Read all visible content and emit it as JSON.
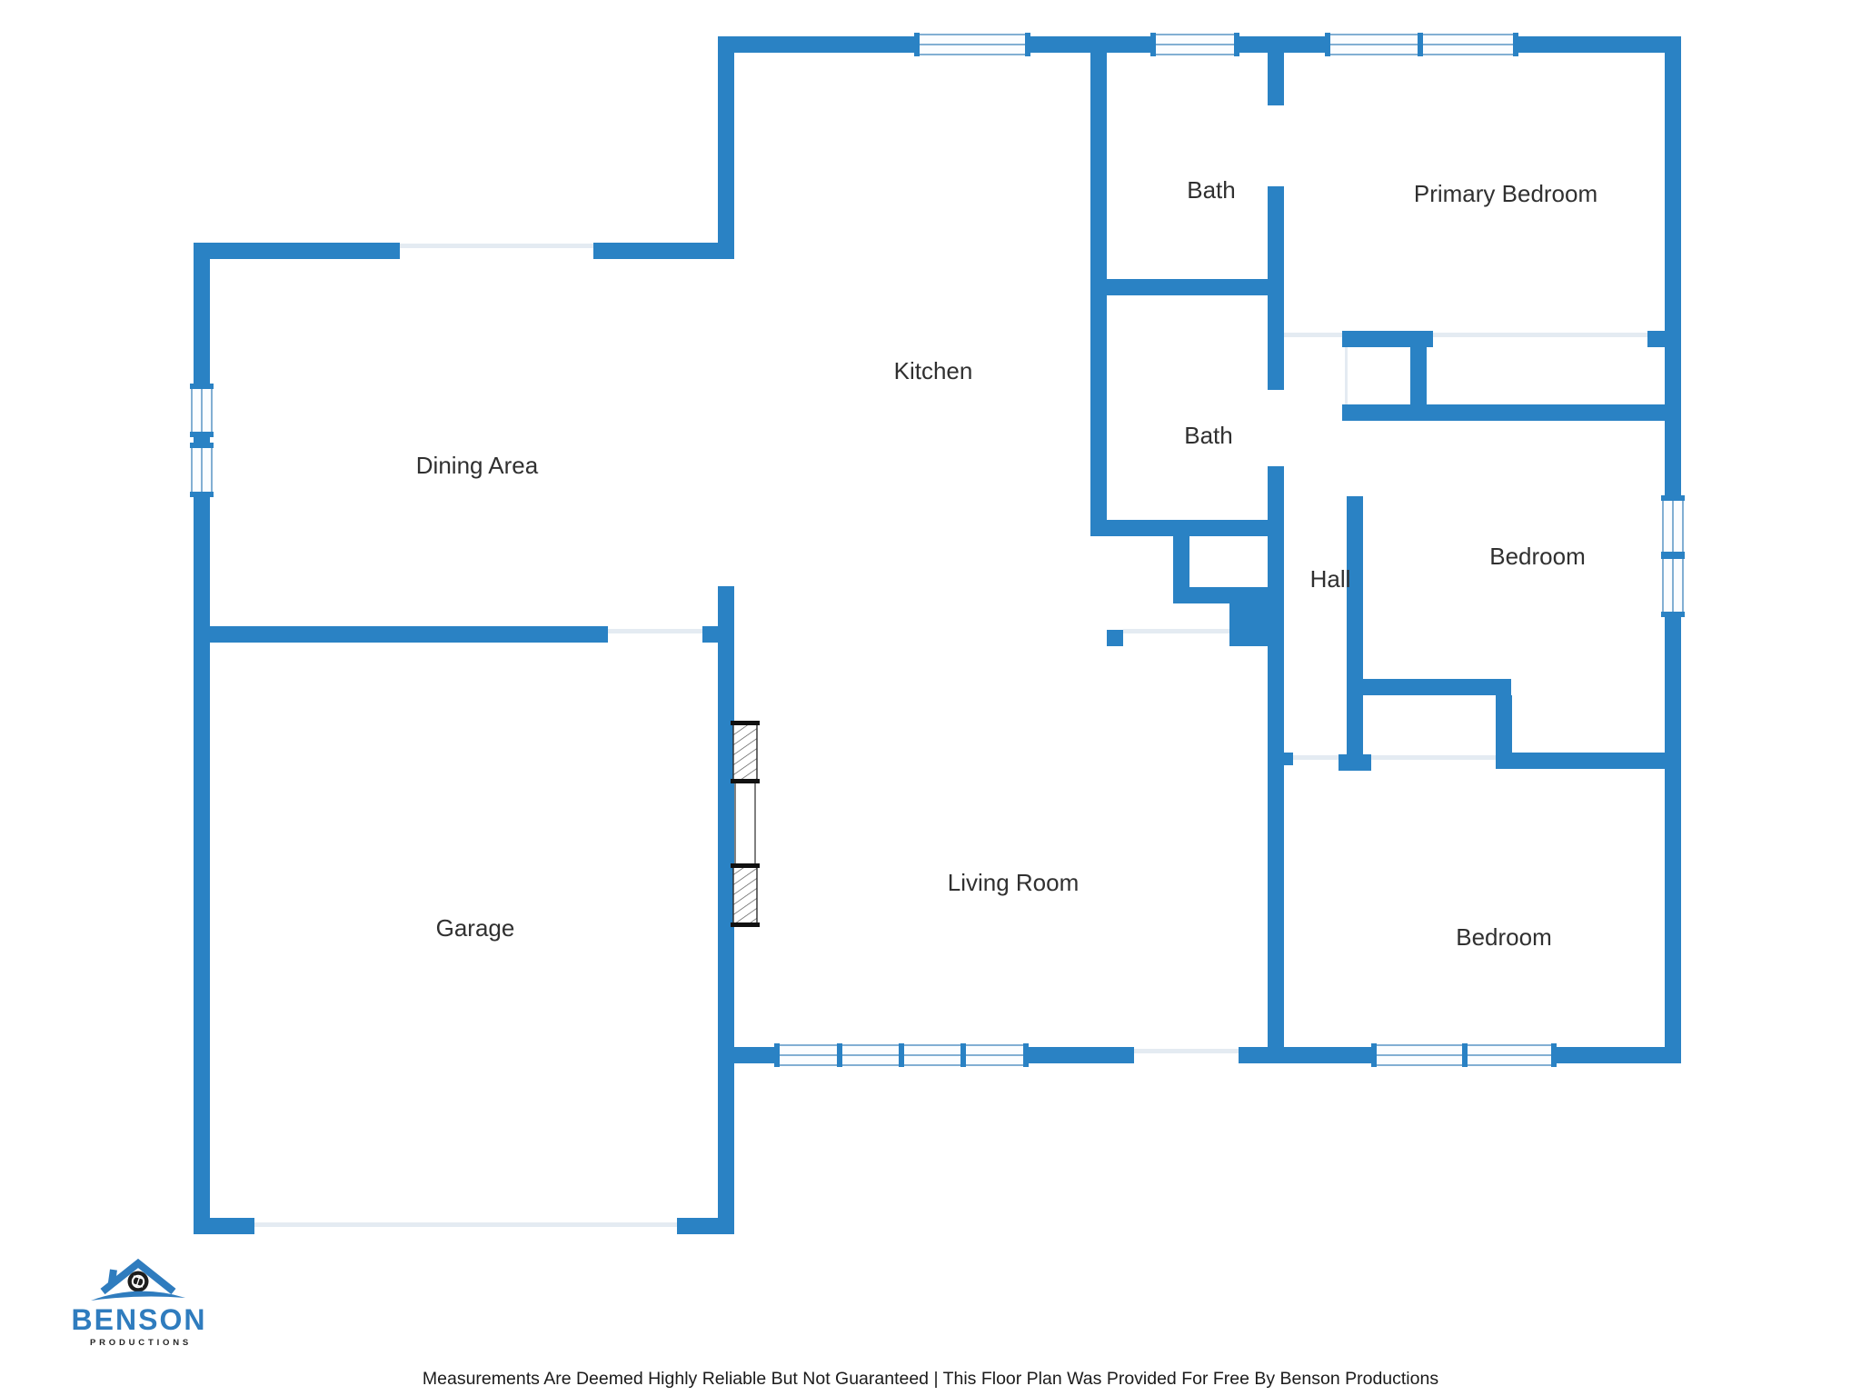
{
  "page": {
    "background": "#ffffff"
  },
  "floor_plan": {
    "wall_color": "#2A82C4",
    "opening_line_color": "#E4EBF2",
    "window_frame_color": "#82AFD3",
    "label_color": "#303030",
    "rooms": [
      {
        "id": "kitchen",
        "label": "Kitchen"
      },
      {
        "id": "dining-area",
        "label": "Dining Area"
      },
      {
        "id": "bath-top",
        "label": "Bath"
      },
      {
        "id": "primary-bedroom",
        "label": "Primary Bedroom"
      },
      {
        "id": "bath-middle",
        "label": "Bath"
      },
      {
        "id": "hall",
        "label": "Hall"
      },
      {
        "id": "bedroom-middle",
        "label": "Bedroom"
      },
      {
        "id": "garage",
        "label": "Garage"
      },
      {
        "id": "living-room",
        "label": "Living Room"
      },
      {
        "id": "bedroom-bottom",
        "label": "Bedroom"
      }
    ]
  },
  "branding": {
    "logo_name": "BENSON",
    "logo_subtitle": "PRODUCTIONS",
    "logo_color": "#2F7CBE",
    "icon": "house-roof-camera-aperture-icon"
  },
  "footer": {
    "disclaimer": "Measurements Are Deemed Highly Reliable But Not Guaranteed | This Floor Plan Was Provided For Free By Benson Productions"
  }
}
